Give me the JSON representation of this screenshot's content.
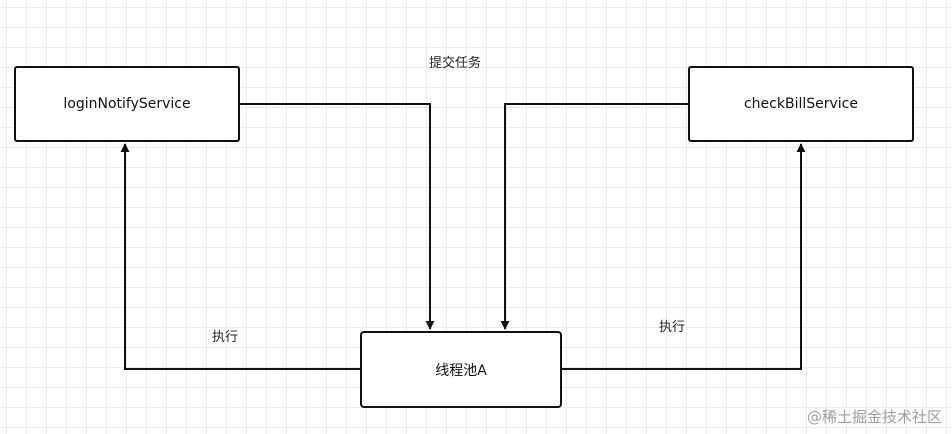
{
  "nodes": {
    "login_service": "loginNotifyService",
    "check_bill_service": "checkBillService",
    "thread_pool": "线程池A"
  },
  "labels": {
    "submit_task": "提交任务",
    "execute_left": "执行",
    "execute_right": "执行"
  },
  "watermark": "@稀土掘金技术社区",
  "colors": {
    "line": "#111111",
    "grid": "#ececec",
    "watermark": "#9aa0a6"
  }
}
